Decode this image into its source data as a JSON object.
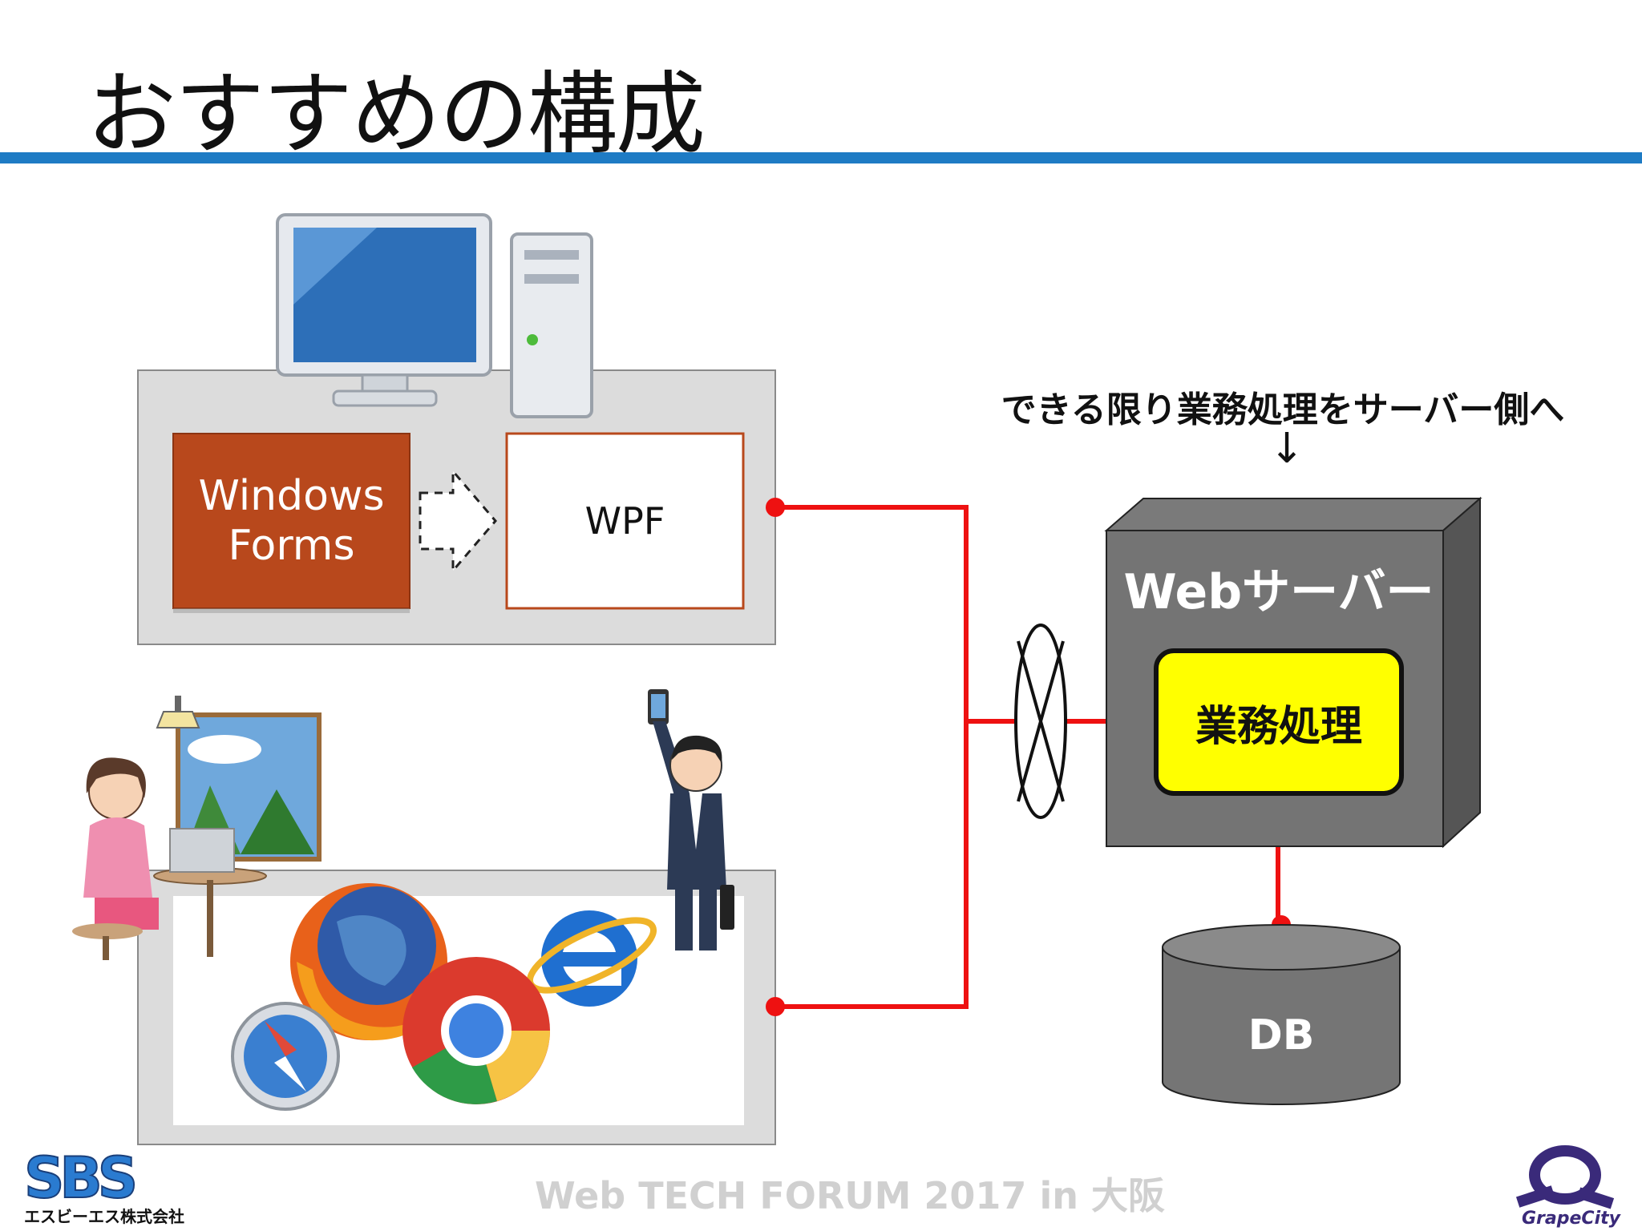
{
  "slide": {
    "title": "おすすめの構成",
    "accent_color": "#1e7bc4"
  },
  "desktop_panel": {
    "legacy_label_line1": "Windows",
    "legacy_label_line2": "Forms",
    "modern_label": "WPF",
    "legacy_color": "#b8481c",
    "migration_arrow_icon": "dashed-right-arrow-icon",
    "illustration_icons": [
      "desktop-monitor-icon",
      "pc-tower-icon"
    ]
  },
  "browser_panel": {
    "illustration_icons": [
      "woman-laptop-icon",
      "businessman-phone-icon",
      "firefox-icon",
      "chrome-icon",
      "ie-icon",
      "safari-icon"
    ]
  },
  "server": {
    "note": "できる限り業務処理をサーバー側へ",
    "note_arrow": "↓",
    "title": "Webサーバー",
    "business_logic": "業務処理",
    "business_logic_color": "#ffff00",
    "firewall_icon": "firewall-icon"
  },
  "database": {
    "label": "DB"
  },
  "connector_color": "#ee1111",
  "footer": {
    "event": "Web TECH FORUM 2017 in 大阪",
    "left_logo": "SBS",
    "left_logo_sub": "エスビーエス株式会社",
    "right_logo": "GrapeCity"
  }
}
